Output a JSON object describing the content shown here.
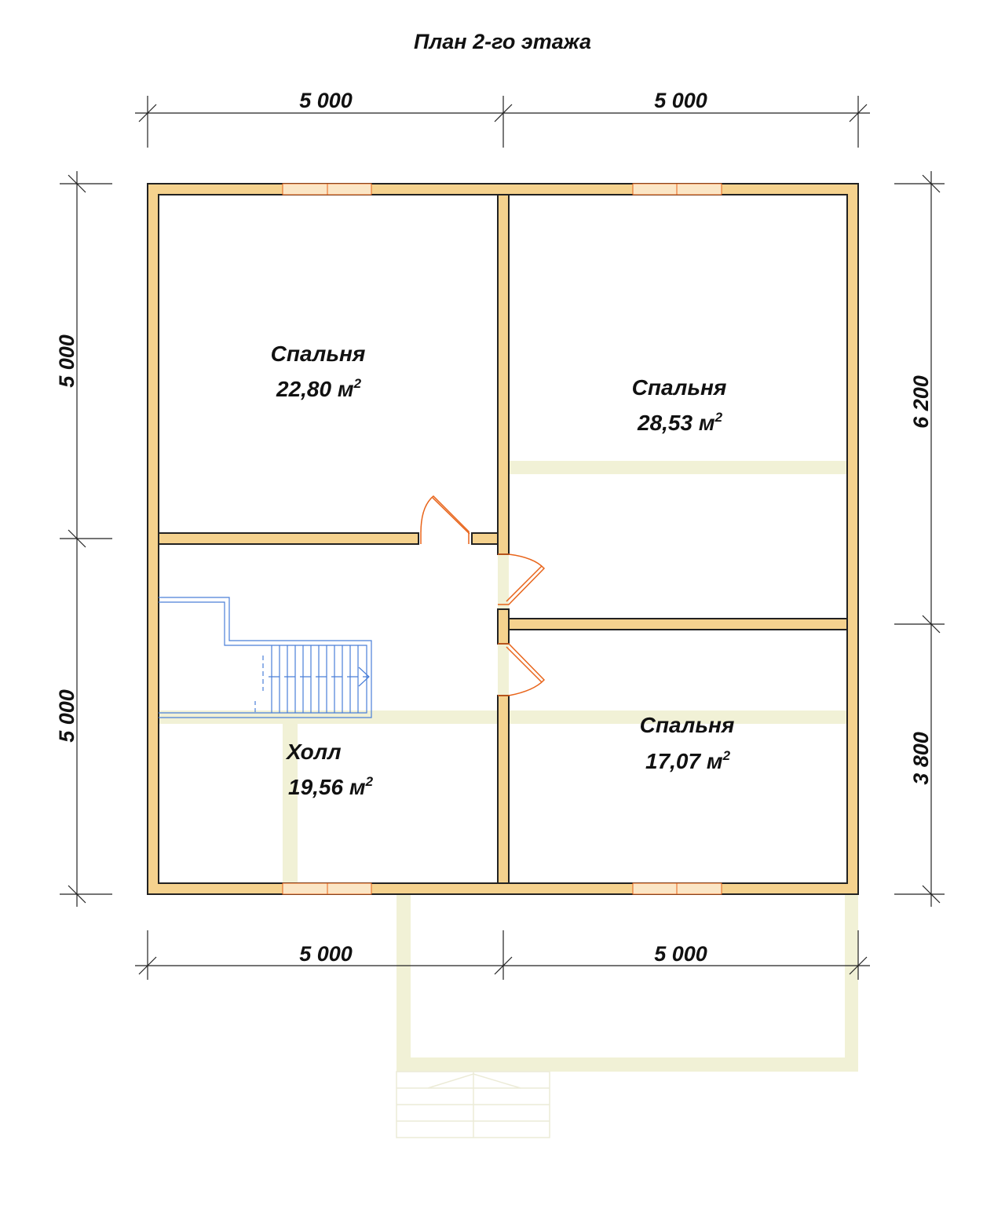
{
  "title": "План 2-го этажа",
  "dimensions": {
    "top_left": "5 000",
    "top_right": "5 000",
    "bottom_left": "5 000",
    "bottom_right": "5 000",
    "left_upper": "5 000",
    "left_lower": "5 000",
    "right_upper": "6 200",
    "right_lower": "3 800"
  },
  "rooms": [
    {
      "name": "Спальня",
      "area": "22,80 м",
      "sup": "2"
    },
    {
      "name": "Спальня",
      "area": "28,53 м",
      "sup": "2"
    },
    {
      "name": "Спальня",
      "area": "17,07 м",
      "sup": "2"
    },
    {
      "name": "Холл",
      "area": "19,56 м",
      "sup": "2"
    }
  ],
  "colors": {
    "wall": "#f5d28e",
    "wall_stroke": "#222222",
    "beam": "#f1f1d6",
    "window": "#fbe6c6",
    "door": "#e8641a",
    "stair": "#4a7fd8"
  }
}
